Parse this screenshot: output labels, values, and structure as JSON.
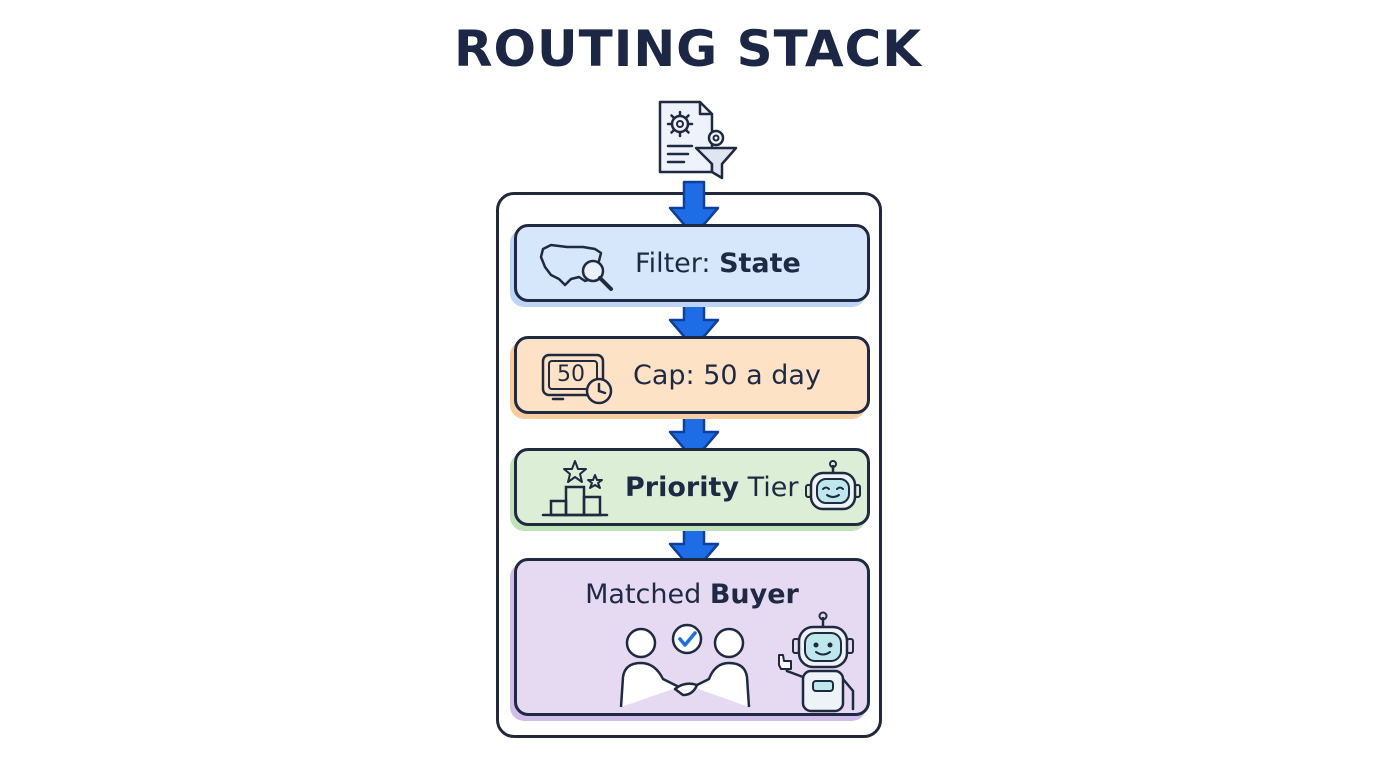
{
  "title": "ROUTING STACK",
  "colors": {
    "arrow": "#1d6ee6",
    "filter_bg": "#d6e6fb",
    "cap_bg": "#fde2c6",
    "priority_bg": "#dcefd6",
    "match_bg": "#e6daf3",
    "ink": "#1e2a44"
  },
  "stages": [
    {
      "prefix": "Filter: ",
      "emph": "State",
      "suffix": "",
      "icon": "usa-map-search-icon"
    },
    {
      "prefix": "Cap: 50 a day",
      "emph": "",
      "suffix": "",
      "icon": "counter-clock-icon",
      "badge": "50"
    },
    {
      "prefix": "",
      "emph": "Priority",
      "suffix": " Tier",
      "icon": "podium-stars-icon",
      "icon2": "robot-face-icon"
    },
    {
      "prefix": "Matched ",
      "emph": "Buyer",
      "suffix": "",
      "icon": "handshake-icon",
      "icon2": "robot-thumbs-up-icon"
    }
  ]
}
